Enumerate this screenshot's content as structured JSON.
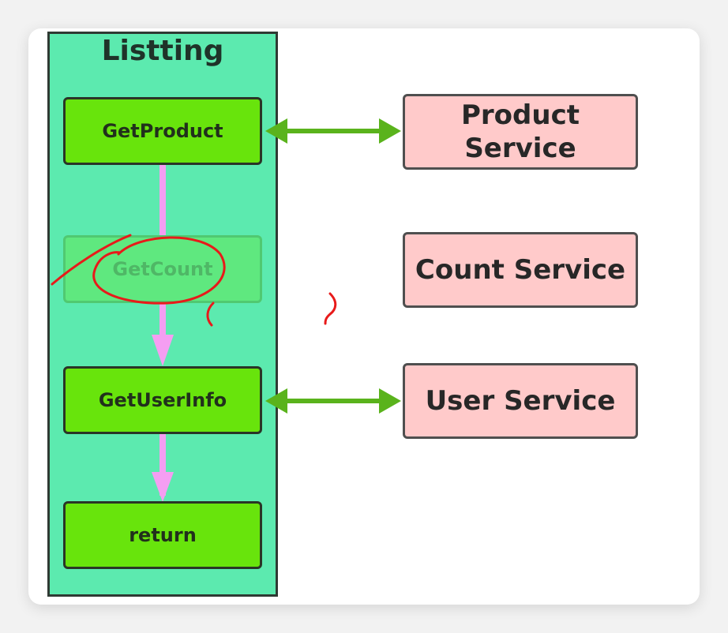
{
  "listing": {
    "title": "Listting",
    "steps": [
      {
        "label": "GetProduct"
      },
      {
        "label": "GetCount"
      },
      {
        "label": "GetUserInfo"
      },
      {
        "label": "return"
      }
    ]
  },
  "services": [
    {
      "line1": "Product",
      "line2": "Service"
    },
    {
      "line1": "Count Service"
    },
    {
      "line1": "User Service"
    }
  ],
  "colors": {
    "container": "#5ceaaf",
    "step": "#68e40c",
    "step_faded": "#5fe87f",
    "service": "#ffcaca",
    "arrow_green": "#5ab31c",
    "arrow_pink": "#f59ef2",
    "annotation_red": "#e81a1a"
  }
}
